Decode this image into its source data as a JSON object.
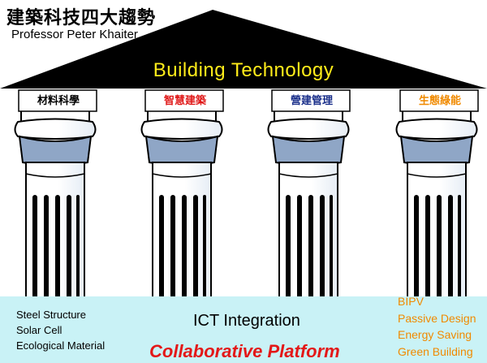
{
  "header": {
    "title": "建築科技四大趨勢",
    "author": "Professor Peter Khaiter"
  },
  "roof": {
    "label": "Building Technology",
    "label_color": "#ffec1a",
    "fill": "#000000"
  },
  "pillars": [
    {
      "label": "材料科學",
      "color": "#000000"
    },
    {
      "label": "智慧建築",
      "color": "#e01818"
    },
    {
      "label": "營建管理",
      "color": "#1a2f8a"
    },
    {
      "label": "生態綠能",
      "color": "#f08a00"
    }
  ],
  "foundation": {
    "background": "#c9f2f6",
    "left_items": [
      "Steel Structure",
      "Solar Cell",
      "Ecological  Material"
    ],
    "center_label": "ICT  Integration",
    "bottom_label": "Collaborative Platform",
    "bottom_color": "#e31818",
    "right_items": [
      "BIPV",
      "Passive Design",
      "Energy  Saving",
      "Green Building"
    ],
    "right_color": "#f08a00"
  }
}
